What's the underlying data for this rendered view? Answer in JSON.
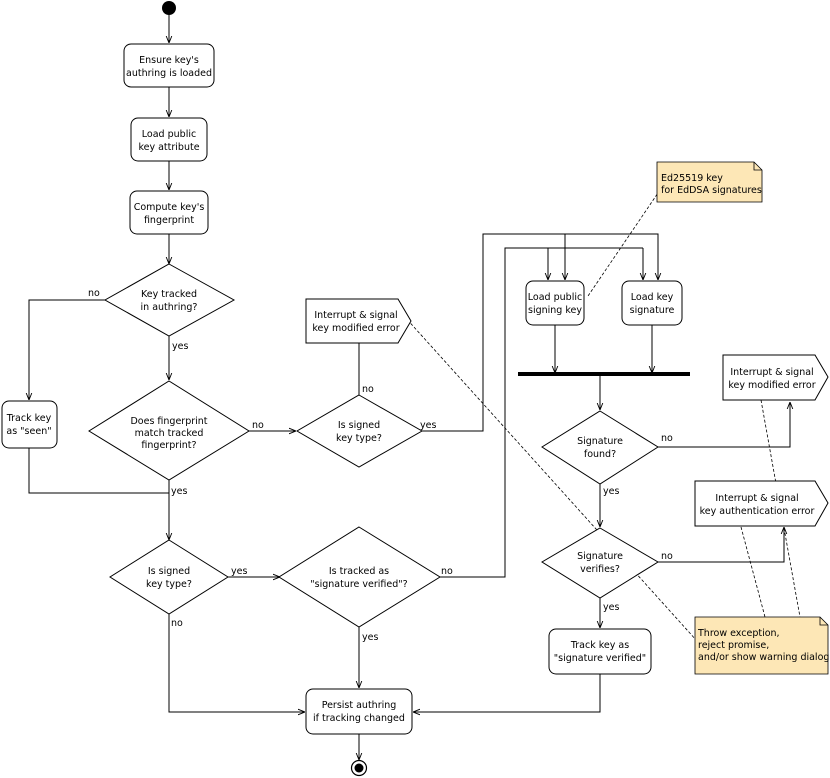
{
  "nodes": {
    "ensure_loaded": [
      "Ensure key's",
      "authring is loaded"
    ],
    "load_attr": [
      "Load public",
      "key attribute"
    ],
    "compute_fp": [
      "Compute key's",
      "fingerprint"
    ],
    "key_tracked": [
      "Key tracked",
      "in authring?"
    ],
    "track_seen": [
      "Track key",
      "as \"seen\""
    ],
    "fp_match": [
      "Does fingerprint",
      "match tracked",
      "fingerprint?"
    ],
    "signed_type_1": [
      "Is signed",
      "key type?"
    ],
    "interrupt_modified_1": [
      "Interrupt & signal",
      "key modified error"
    ],
    "signed_type_2": [
      "Is signed",
      "key type?"
    ],
    "tracked_verified": [
      "Is tracked as",
      "\"signature verified\"?"
    ],
    "persist": [
      "Persist authring",
      "if tracking changed"
    ],
    "load_signing_key": [
      "Load public",
      "signing key"
    ],
    "load_key_sig": [
      "Load key",
      "signature"
    ],
    "sig_found": [
      "Signature",
      "found?"
    ],
    "interrupt_modified_2": [
      "Interrupt & signal",
      "key modified error"
    ],
    "sig_verifies": [
      "Signature",
      "verifies?"
    ],
    "interrupt_auth": [
      "Interrupt & signal",
      "key authentication error"
    ],
    "track_verified": [
      "Track key as",
      "\"signature verified\""
    ]
  },
  "notes": {
    "ed25519": [
      "Ed25519 key",
      "for EdDSA signatures"
    ],
    "throw": [
      "Throw exception,",
      "reject promise,",
      "and/or show warning dialog."
    ]
  },
  "labels": {
    "no": "no",
    "yes": "yes"
  }
}
